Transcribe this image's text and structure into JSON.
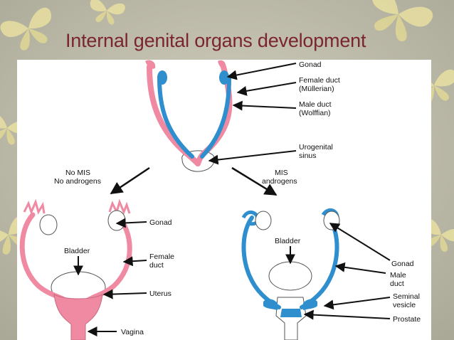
{
  "slide": {
    "title": "Internal genital organs development"
  },
  "diagram": {
    "top": {
      "gonad": "Gonad",
      "female_duct_1": "Female duct",
      "female_duct_2": "(Müllerian)",
      "male_duct_1": "Male duct",
      "male_duct_2": "(Wolffian)",
      "urogenital_1": "Urogenital",
      "urogenital_2": "sinus"
    },
    "branches": {
      "left_1": "No MIS",
      "left_2": "No androgens",
      "right_1": "MIS",
      "right_2": "androgens"
    },
    "female": {
      "gonad": "Gonad",
      "bladder": "Bladder",
      "duct_1": "Female",
      "duct_2": "duct",
      "uterus": "Uterus",
      "vagina": "Vagina"
    },
    "male": {
      "bladder": "Bladder",
      "gonad": "Gonad",
      "duct_1": "Male",
      "duct_2": "duct",
      "seminal_1": "Seminal",
      "seminal_2": "vesicle",
      "prostate": "Prostate"
    }
  },
  "colors": {
    "female_pink": "#ef8aa2",
    "male_blue": "#2f8fce",
    "title": "#7a2530"
  }
}
